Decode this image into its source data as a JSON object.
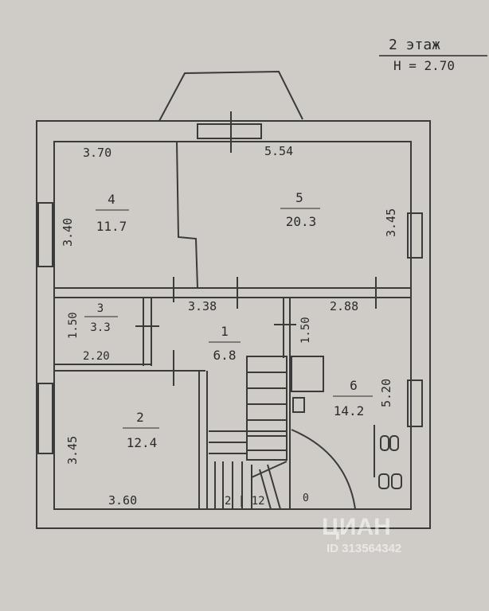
{
  "header": {
    "floor": "2 этаж",
    "height": "H = 2.70"
  },
  "rooms": [
    {
      "id": "4",
      "area": "11.7"
    },
    {
      "id": "5",
      "area": "20.3"
    },
    {
      "id": "3",
      "area": "3.3"
    },
    {
      "id": "1",
      "area": "6.8"
    },
    {
      "id": "6",
      "area": "14.2"
    },
    {
      "id": "2",
      "area": "12.4"
    }
  ],
  "dimensions": {
    "r4_width": "3.70",
    "r4_height": "3.40",
    "r5_width": "5.54",
    "r5_height": "3.45",
    "r1_width": "3.38",
    "r6_width": "2.88",
    "r6_height": "5.20",
    "r3_height": "1.50",
    "r3_width": "2.20",
    "r1_height": "1.50",
    "r2_height": "3.45",
    "r2_width": "3.60"
  },
  "stair_label": "2 | 12",
  "door_mark": "0",
  "watermark": {
    "brand": "ЦИАН",
    "id": "ID 313564342"
  }
}
